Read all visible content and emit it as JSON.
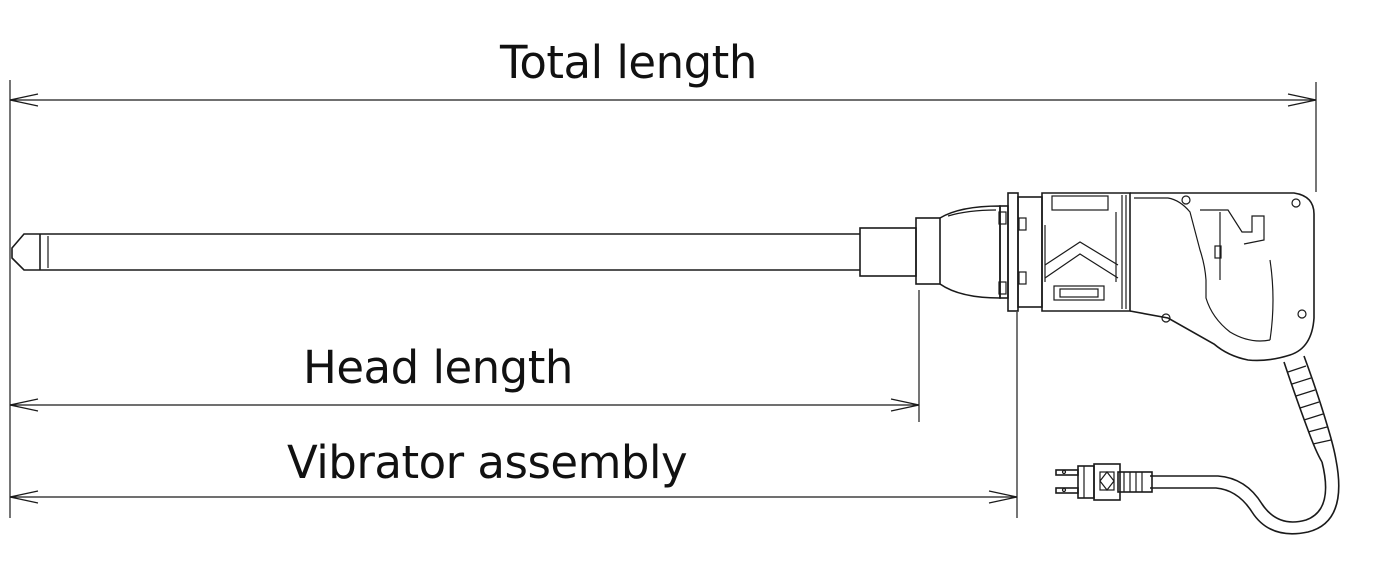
{
  "dimensions": {
    "total_length": "Total length",
    "head_length": "Head length",
    "vibrator_assembly": "Vibrator assembly"
  },
  "colors": {
    "line": "#1a1a1a",
    "background": "#ffffff"
  }
}
